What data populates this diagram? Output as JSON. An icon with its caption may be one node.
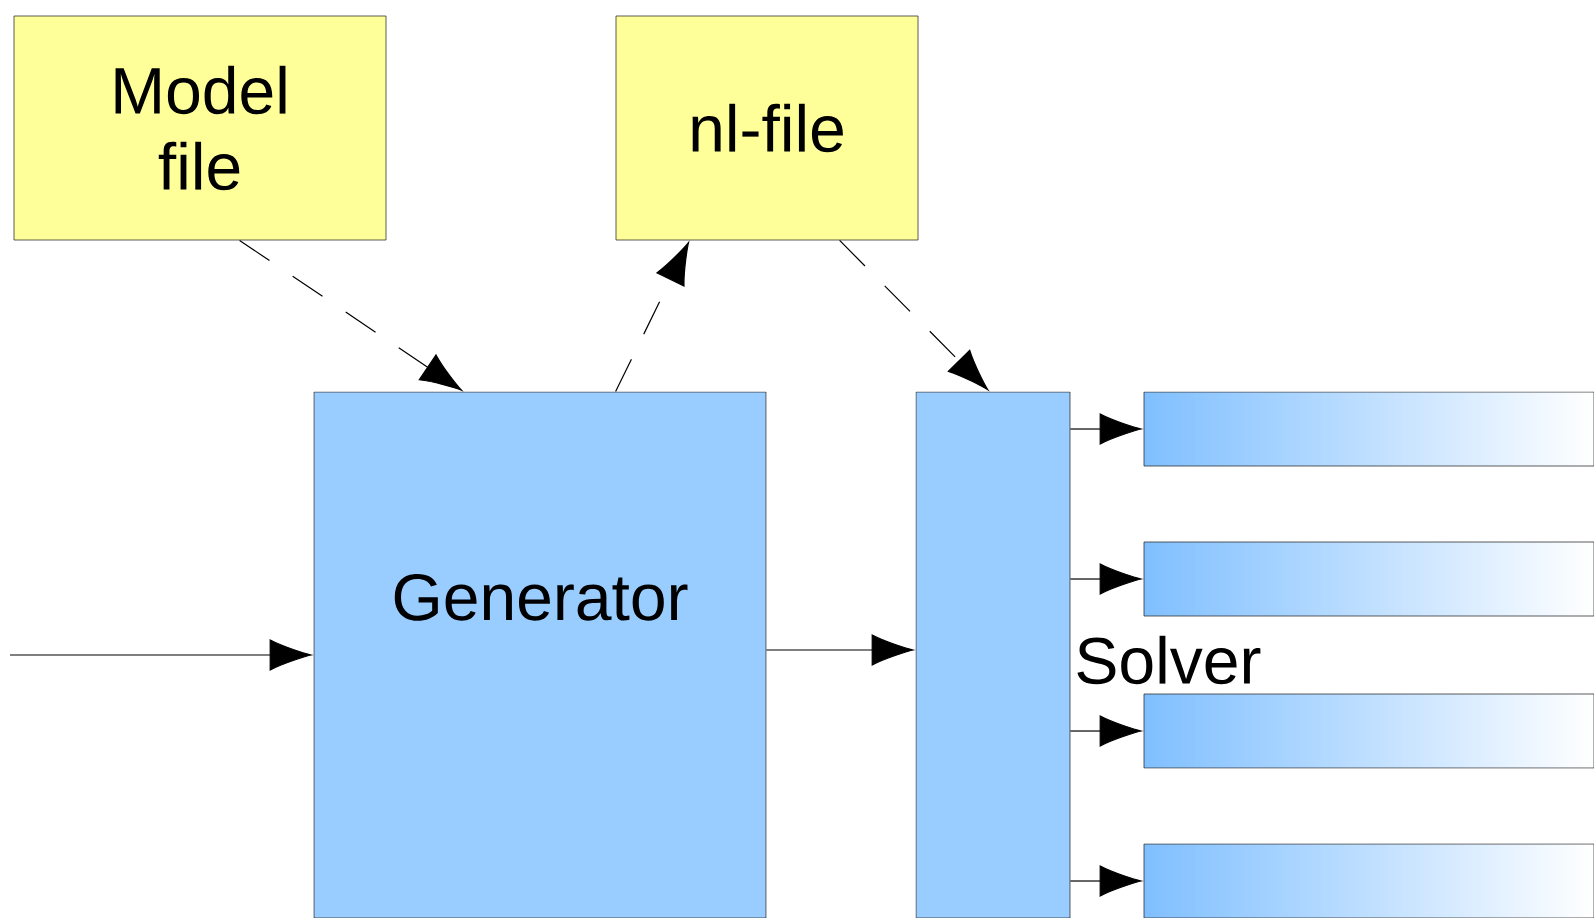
{
  "diagram": {
    "nodes": [
      {
        "text": [
          "Model file"
        ]
      },
      {
        "text": [
          "nl-file"
        ]
      },
      {
        "text": [
          "Generator"
        ]
      },
      {
        "text": [
          "Solver"
        ]
      },
      {
        "text": [],
        "shape": "bar"
      },
      {
        "text": [],
        "shape": "bar"
      },
      {
        "text": [],
        "shape": "bar"
      },
      {
        "text": [],
        "shape": "bar"
      }
    ],
    "edges": [
      {
        "from": null,
        "to": 2,
        "arrow": "to"
      },
      {
        "from": 0,
        "to": 2,
        "arrow": "to",
        "style": "dashed"
      },
      {
        "from": 2,
        "to": 1,
        "arrow": "to",
        "style": "dashed"
      },
      {
        "from": 1,
        "to": 3,
        "arrow": "to",
        "style": "dashed"
      },
      {
        "from": 2,
        "to": 3,
        "arrow": "to"
      },
      {
        "from": 3,
        "to": 4,
        "arrow": "to"
      },
      {
        "from": 3,
        "to": 5,
        "arrow": "to"
      },
      {
        "from": 3,
        "to": 6,
        "arrow": "to"
      },
      {
        "from": 3,
        "to": 7,
        "arrow": "to"
      }
    ]
  }
}
